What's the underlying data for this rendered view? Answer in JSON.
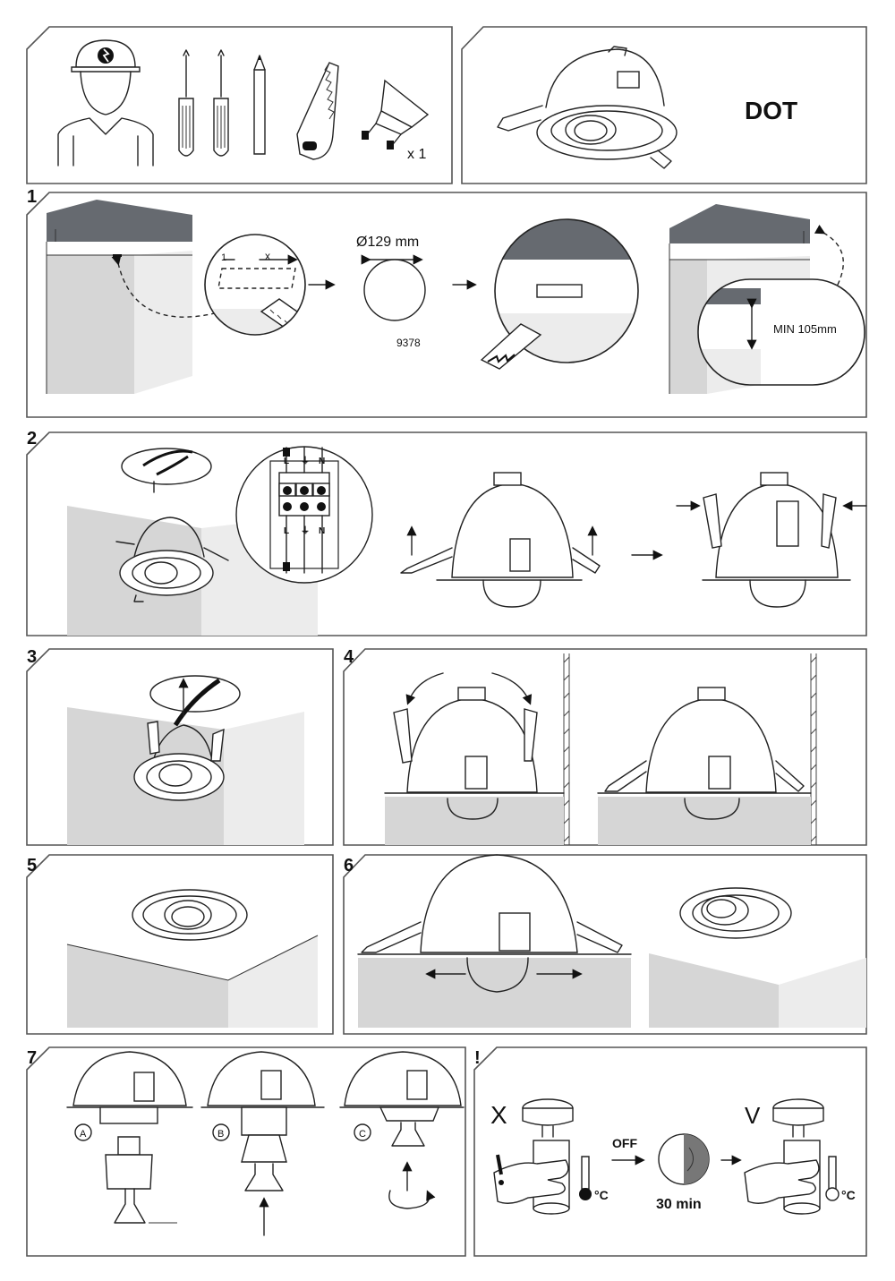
{
  "header": {
    "qty_label": "x 1",
    "product_name": "DOT"
  },
  "steps": {
    "s1": "1",
    "s2": "2",
    "s3": "3",
    "s4": "4",
    "s5": "5",
    "s6": "6",
    "s7": "7",
    "warning": "!"
  },
  "step1": {
    "diameter_label": "Ø129 mm",
    "part_code": "9378",
    "min_depth_label": "MIN 105mm",
    "ruler_x_label": "x",
    "ruler_1_label": "1"
  },
  "step2": {
    "terminal_top": [
      "L",
      "⏚",
      "N"
    ],
    "terminal_bottom": [
      "L",
      "⏚",
      "N"
    ]
  },
  "step7": {
    "option_a": "A",
    "option_b": "B",
    "option_c": "C"
  },
  "warning_panel": {
    "off_label": "OFF",
    "wait_label": "30 min",
    "temp_unit_left": "°C",
    "temp_unit_right": "°C",
    "wrong_mark": "X",
    "right_mark": "V"
  },
  "colors": {
    "frame": "#555555",
    "ceiling": "#666a70",
    "wall": "#d6d6d6"
  }
}
